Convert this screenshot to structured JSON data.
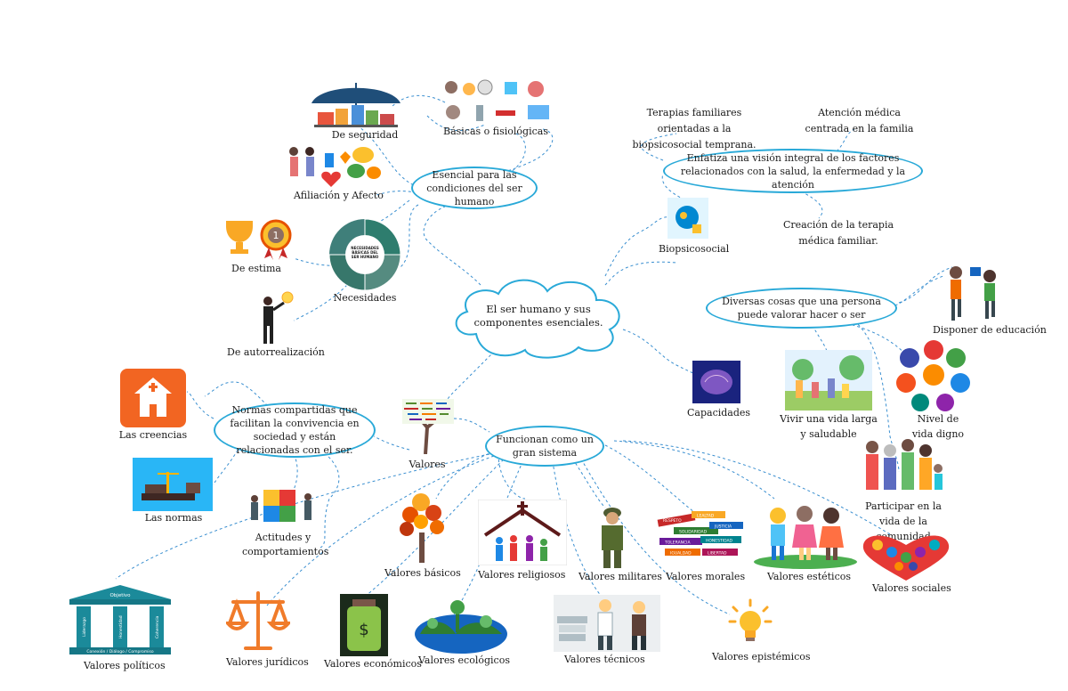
{
  "central": "El ser humano y sus componentes esenciales.",
  "needs": {
    "hub": "Esencial para las condiciones del ser humano",
    "necesidades": "Necesidades",
    "wheel_text": "NECESIDADES BÁSICAS DEL SER HUMANO",
    "basicas": "Básicas o fisiológicas",
    "seguridad": "De seguridad",
    "afiliacion": "Afiliación y Afecto",
    "estima": "De estima",
    "autorrealizacion": "De autorrealización",
    "medal_number": "1"
  },
  "biopsico": {
    "label": "Biopsicosocial",
    "hub": "Enfatiza una visión integral de los factores relacionados con la salud, la enfermedad y la atención",
    "terapias": "Terapias familiares orientadas a la biopsicosocial temprana.",
    "atencion": "Atención médica centrada en la familia",
    "creacion": "Creación de la terapia médica familiar."
  },
  "capacidades": {
    "label": "Capacidades",
    "hub": "Diversas cosas que una persona puede valorar hacer o ser",
    "educacion": "Disponer de educación",
    "vida_larga": "Vivir una vida larga y saludable",
    "nivel_vida": "Nivel de vida digno",
    "participar": "Participar en la vida de la comunidad"
  },
  "valores": {
    "label": "Valores",
    "normas_hub": "Normas compartidas que facilitan la convivencia en sociedad y están relacionadas con el ser.",
    "creencias": "Las creencias",
    "normas": "Las normas",
    "actitudes": "Actitudes y comportamientos",
    "sistema_hub": "Funcionan como un gran sistema",
    "basicos": "Valores básicos",
    "religiosos": "Valores religiosos",
    "militares": "Valores militares",
    "morales": "Valores morales",
    "esteticos": "Valores estéticos",
    "sociales": "Valores sociales",
    "politicos": "Valores políticos",
    "juridicos": "Valores jurídicos",
    "economicos": "Valores económicos",
    "ecologicos": "Valores ecológicos",
    "tecnicos": "Valores técnicos",
    "epistemicos": "Valores epistémicos",
    "temple_top": "Objetivo",
    "temple_base": "Conexión / Diálogo / Compromiso",
    "temple_col1": "Liderazgo",
    "temple_col2": "Honestidad",
    "temple_col3": "Coherencia",
    "money_sign": "$",
    "morales_words": [
      "LEALTAD",
      "RESPETO",
      "SOLIDARIDAD",
      "JUSTICIA",
      "TOLERANCIA",
      "HONESTIDAD",
      "IGUALDAD",
      "LIBERTAD"
    ]
  },
  "colors": {
    "oval_border": "#29a9d8",
    "link": "#3a8fd0",
    "orange": "#f07b2a",
    "teal": "#2aa6b5"
  }
}
